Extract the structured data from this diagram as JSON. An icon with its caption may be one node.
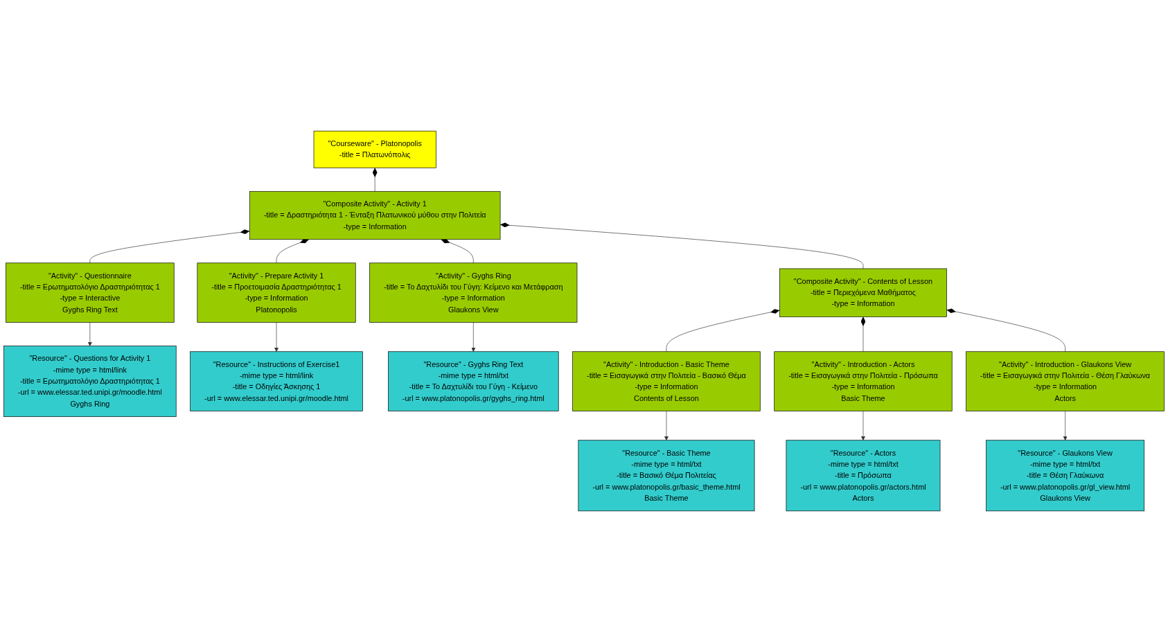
{
  "diagram": {
    "nodes": [
      {
        "text": [
          "\"Courseware\" - Platonopolis",
          "-title = Πλατωνόπολις"
        ]
      },
      {
        "text": [
          "\"Composite Activity\" - Activity 1",
          "-title = Δραστηριότητα 1 - Ένταξη Πλατωνικού μύθου στην Πολιτεία",
          "-type = Information"
        ]
      },
      {
        "text": [
          "\"Activity\" - Questionnaire",
          "-title = Ερωτηματολόγιο Δραστηριότητας 1",
          "-type = Interactive",
          "Gyghs Ring Text"
        ]
      },
      {
        "text": [
          "\"Activity\" - Prepare Activity 1",
          "-title = Προετοιμασία Δραστηριότητας 1",
          "-type = Information",
          "Platonopolis"
        ]
      },
      {
        "text": [
          "\"Composite Activity\" - Contents of Lesson",
          "-title = Περιεχόμενα Μαθήματος",
          "-type = Information"
        ]
      },
      {
        "text": [
          "\"Activity\" - Gyghs Ring",
          "-title = Το Δαχτυλίδι του Γύγη: Κείμενο και Μετάφραση",
          "-type = Information",
          "Glaukons View"
        ]
      },
      {
        "text": [
          "\"Resource\" - Questions for Activity 1",
          "-mime type = html/link",
          "-title = Ερωτηματολόγιο Δραστηριότητας 1",
          "-url = www.elessar.ted.unipi.gr/moodle.html",
          "Gyghs Ring"
        ]
      },
      {
        "text": [
          "\"Resource\" - Instructions of Exercise1",
          "-mime type = html/link",
          "-title = Οδηγίες Άσκησης 1",
          "-url = www.elessar.ted.unipi.gr/moodle.html"
        ]
      },
      {
        "text": [
          "\"Resource\" - Gyghs Ring Text",
          "-mime type = html/txt",
          "-title = Το Δαχτυλίδι του Γύγη - Κείμενο",
          "-url = www.platonopolis.gr/gyghs_ring.html"
        ]
      },
      {
        "text": [
          "\"Activity\" - Introduction - Basic Theme",
          "-title = Εισαγωγικά στην Πολιτεία - Βασικό Θέμα",
          "-type = Information",
          "Contents of Lesson"
        ]
      },
      {
        "text": [
          "\"Activity\" - Introduction - Actors",
          "-title = Εισαγωγικά στην Πολιτεία - Πρόσωπα",
          "-type = Information",
          "Basic Theme"
        ]
      },
      {
        "text": [
          "\"Activity\" - Introduction - Glaukons View",
          "-title = Εισαγωγικά στην Πολιτεία - Θέση Γλαύκωνα",
          "-type = Information",
          "Actors"
        ]
      },
      {
        "text": [
          "\"Resource\" - Basic Theme",
          "-mime type = html/txt",
          "-title = Βασικό Θέμα Πολιτείας",
          "-url = www.platonopolis.gr/basic_theme.html",
          "Basic Theme"
        ]
      },
      {
        "text": [
          "\"Resource\" - Actors",
          "-mime type = html/txt",
          "-title = Πρόσωπα",
          "-url = www.platonopolis.gr/actors.html",
          "Actors"
        ]
      },
      {
        "text": [
          "\"Resource\" - Glaukons View",
          "-mime type = html/txt",
          "-title = Θέση Γλαύκωνα",
          "-url = www.platonopolis.gr/gl_view.html",
          "Glaukons View"
        ]
      }
    ],
    "edges": [
      {
        "from": 0,
        "to": 1,
        "arrow": "other"
      },
      {
        "from": 1,
        "to": 3,
        "arrow": "other"
      },
      {
        "from": 1,
        "to": 4,
        "arrow": "other"
      },
      {
        "from": 1,
        "to": 5,
        "arrow": "other"
      },
      {
        "from": 1,
        "to": 2,
        "arrow": "other"
      },
      {
        "from": 2,
        "to": 6,
        "arrow": "to"
      },
      {
        "from": 3,
        "to": 7,
        "arrow": "to"
      },
      {
        "from": 5,
        "to": 8,
        "arrow": "to"
      },
      {
        "from": 4,
        "to": 9,
        "arrow": "other"
      },
      {
        "from": 4,
        "to": 10,
        "arrow": "other"
      },
      {
        "from": 4,
        "to": 11,
        "arrow": "other"
      },
      {
        "from": 9,
        "to": 12,
        "arrow": "to"
      },
      {
        "from": 10,
        "to": 13,
        "arrow": "to"
      },
      {
        "from": 11,
        "to": 14,
        "arrow": "to"
      }
    ]
  }
}
